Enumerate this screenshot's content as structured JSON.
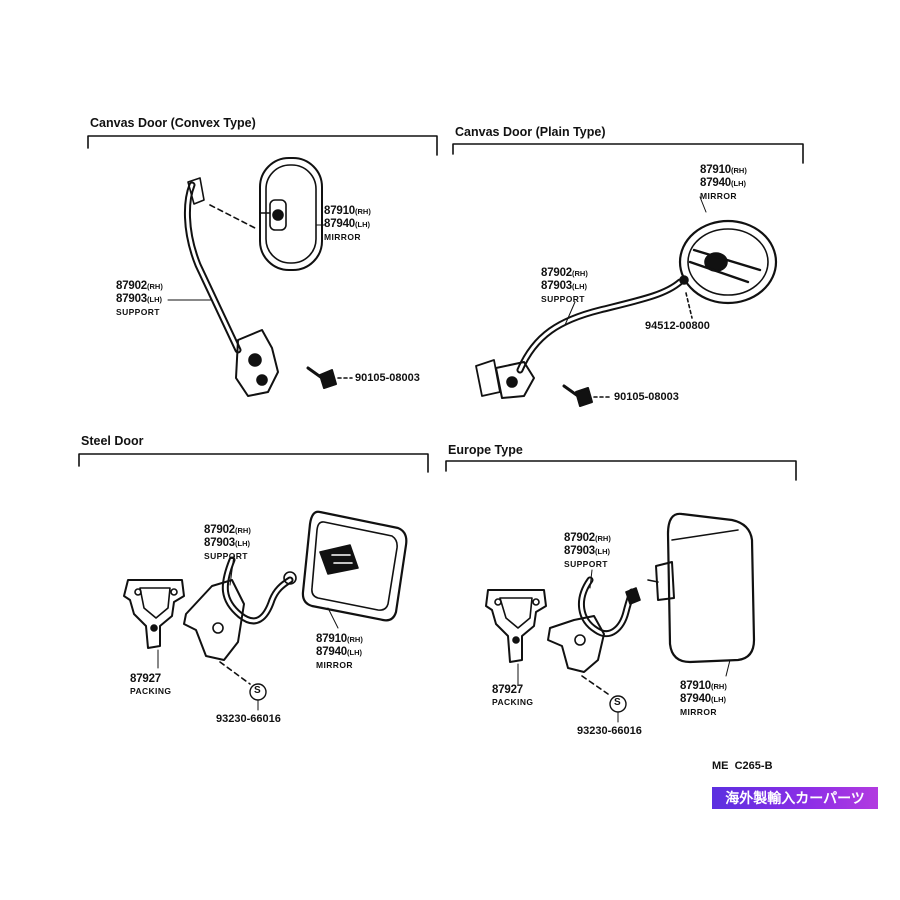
{
  "sections": {
    "canvas_convex": "Canvas Door (Convex Type)",
    "canvas_plain": "Canvas Door (Plain Type)",
    "steel": "Steel Door",
    "europe": "Europe Type"
  },
  "parts": {
    "convex_mirror": {
      "rh": "87910",
      "rh_suffix": "(RH)",
      "lh": "87940",
      "lh_suffix": "(LH)",
      "name": "MIRROR"
    },
    "convex_support": {
      "rh": "87902",
      "rh_suffix": "(RH)",
      "lh": "87903",
      "lh_suffix": "(LH)",
      "name": "SUPPORT"
    },
    "convex_bolt": "90105-08003",
    "plain_mirror": {
      "rh": "87910",
      "rh_suffix": "(RH)",
      "lh": "87940",
      "lh_suffix": "(LH)",
      "name": "MIRROR"
    },
    "plain_support": {
      "rh": "87902",
      "rh_suffix": "(RH)",
      "lh": "87903",
      "lh_suffix": "(LH)",
      "name": "SUPPORT"
    },
    "plain_nut": "94512-00800",
    "plain_bolt": "90105-08003",
    "steel_support": {
      "rh": "87902",
      "rh_suffix": "(RH)",
      "lh": "87903",
      "lh_suffix": "(LH)",
      "name": "SUPPORT"
    },
    "steel_mirror": {
      "rh": "87910",
      "rh_suffix": "(RH)",
      "lh": "87940",
      "lh_suffix": "(LH)",
      "name": "MIRROR"
    },
    "steel_packing": {
      "number": "87927",
      "name": "PACKING"
    },
    "steel_screw": "93230-66016",
    "europe_support": {
      "rh": "87902",
      "rh_suffix": "(RH)",
      "lh": "87903",
      "lh_suffix": "(LH)",
      "name": "SUPPORT"
    },
    "europe_mirror": {
      "rh": "87910",
      "rh_suffix": "(RH)",
      "lh": "87940",
      "lh_suffix": "(LH)",
      "name": "MIRROR"
    },
    "europe_packing": {
      "number": "87927",
      "name": "PACKING"
    },
    "europe_screw": "93230-66016"
  },
  "screw_symbol": "S",
  "diagram_code": "ME  C265-B",
  "banner_text": "海外製輸入カーパーツ"
}
